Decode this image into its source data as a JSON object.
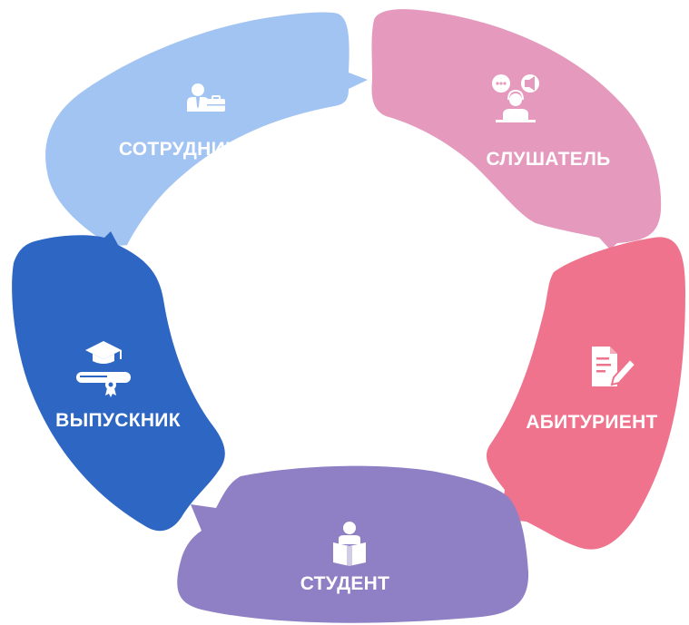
{
  "diagram": {
    "type": "cycle",
    "segments": [
      {
        "id": "employee",
        "label": "СОТРУДНИК",
        "color": "#a2c4f2",
        "icon": "employee-briefcase-icon"
      },
      {
        "id": "listener",
        "label": "СЛУШАТЕЛЬ",
        "color": "#e499bd",
        "icon": "listener-headset-icon"
      },
      {
        "id": "applicant",
        "label": "АБИТУРИЕНТ",
        "color": "#ef738c",
        "icon": "document-pen-icon"
      },
      {
        "id": "student",
        "label": "СТУДЕНТ",
        "color": "#8f7fc4",
        "icon": "student-reading-icon"
      },
      {
        "id": "graduate",
        "label": "ВЫПУСКНИК",
        "color": "#2e66c4",
        "icon": "graduation-cap-diploma-icon"
      }
    ]
  }
}
